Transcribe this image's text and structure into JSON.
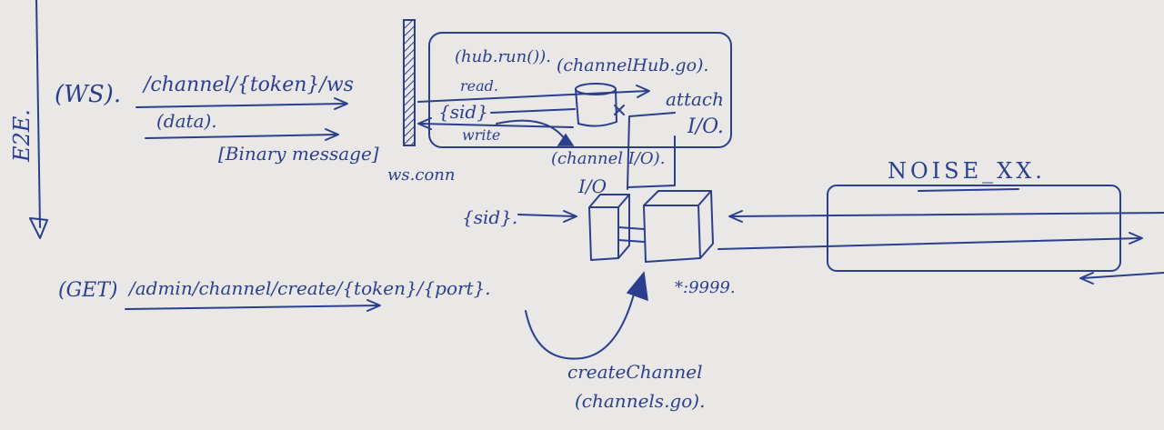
{
  "side": {
    "label": "E2E."
  },
  "ws": {
    "method": "(WS).",
    "path": "/channel/{token}/ws",
    "data_label": "(data).",
    "message_label": "[Binary message]"
  },
  "conn": {
    "label": "ws.conn"
  },
  "hub": {
    "run": "(hub.run()).",
    "file": "(channelHub.go).",
    "read": "read.",
    "sid": "{sid}",
    "write": "write",
    "attach": "attach",
    "io_right": "I/O.",
    "channel_io": "(channel I/O)."
  },
  "channel": {
    "io": "I/O",
    "sid": "{sid}.",
    "port": "*:9999."
  },
  "noise": {
    "label": "NOISE_XX."
  },
  "admin": {
    "method": "(GET)",
    "path": "/admin/channel/create/{token}/{port}."
  },
  "create": {
    "func": "createChannel",
    "file": "(channels.go)."
  }
}
